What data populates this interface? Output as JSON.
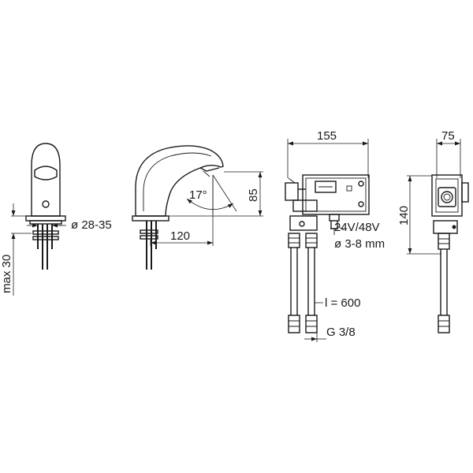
{
  "labels": {
    "max_30": "max 30",
    "dia_28_35": "ø 28-35",
    "dim_120": "120",
    "dim_85": "85",
    "angle_17": "17°",
    "dim_155": "155",
    "voltage": "24V/48V",
    "cable_dia": "ø 3-8 mm",
    "hose_length": "l = 600",
    "thread": "G 3/8",
    "dim_75": "75",
    "dim_140": "140"
  }
}
